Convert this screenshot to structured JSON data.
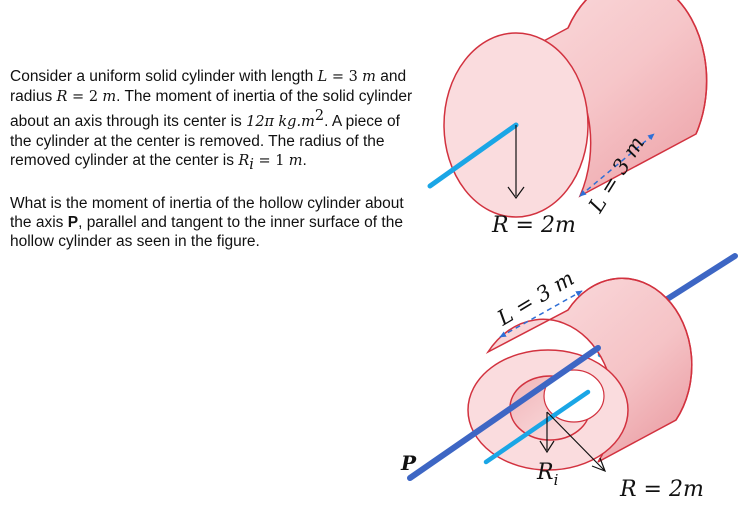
{
  "problem": {
    "p1": {
      "t1": "Consider a uniform solid cylinder with length ",
      "L_sym": "L",
      "eq1": " = ",
      "L_val": "3",
      "L_unit": "m",
      "t2": " and radius ",
      "R_sym": "R",
      "eq2": " = ",
      "R_val": "2",
      "R_unit": "m",
      "t3": ". The moment of inertia of the solid cylinder about an axis through its center is ",
      "I_val": "12π",
      "I_unit": "kg.m",
      "I_exp": "2",
      "t4": ". A piece of the cylinder at the center is removed. The radius of the removed cylinder at the center is ",
      "Ri_sym": "R",
      "Ri_sub": "i",
      "eq3": " = ",
      "Ri_val": "1",
      "Ri_unit": "m",
      "t5": "."
    },
    "p2": {
      "t1": "What is the moment of inertia of the hollow cylinder about the axis ",
      "axis": "P",
      "t2": ", parallel and tangent to the inner surface of the  hollow cylinder as seen in the figure."
    }
  },
  "figure": {
    "top_radius_label": "R = 2m",
    "top_length_label": "L = 3 m",
    "bottom_length_label": "L = 3 m",
    "axis_label": "P",
    "inner_radius_sym": "R",
    "inner_radius_sub": "i",
    "bottom_radius_label": "R = 2m"
  },
  "colors": {
    "cylinder_fill": "#f6c9cc",
    "cylinder_face": "#fbdfe0",
    "cylinder_edge": "#d2323f",
    "axis_light_blue": "#1aa6e6",
    "axis_p_blue": "#3d66c4",
    "dashed_arrow": "#2f6fd6"
  }
}
